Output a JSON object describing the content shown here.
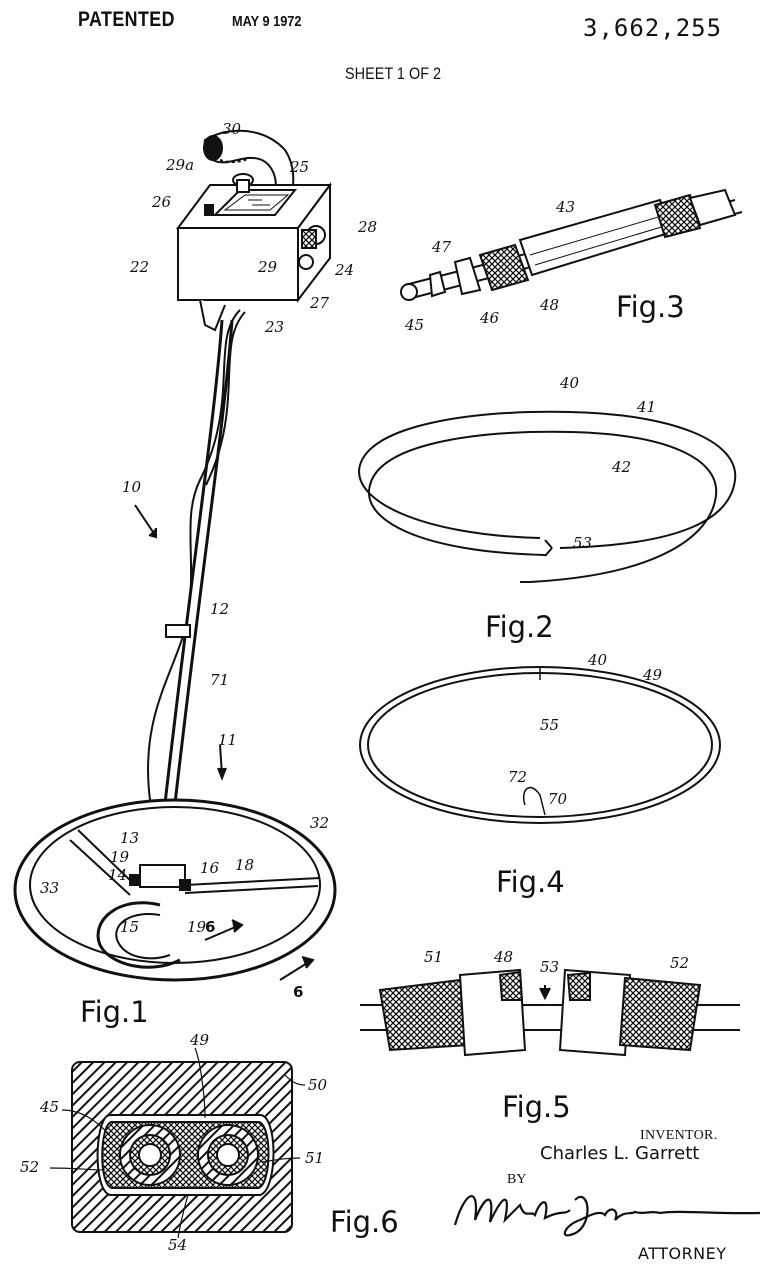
{
  "header": {
    "patented": "PATENTED",
    "date": "MAY 9 1972",
    "patent_number": "3,662,255",
    "sheet": "SHEET 1 OF 2"
  },
  "figures": {
    "fig1": "Fig.1",
    "fig2": "Fig.2",
    "fig3": "Fig.3",
    "fig4": "Fig.4",
    "fig5": "Fig.5",
    "fig6": "Fig.6"
  },
  "reference_numerals": {
    "n30": "30",
    "n29a": "29a",
    "n25": "25",
    "n26": "26",
    "n28": "28",
    "n22": "22",
    "n29": "29",
    "n24": "24",
    "n27": "27",
    "n23": "23",
    "n10": "10",
    "n12": "12",
    "n71": "71",
    "n11": "11",
    "n32": "32",
    "n13": "13",
    "n19": "19",
    "n16": "16",
    "n18": "18",
    "n14": "14",
    "n33": "33",
    "n15": "15",
    "n19b": "19",
    "n6a": "6",
    "n6b": "6",
    "n43": "43",
    "n47": "47",
    "n45": "45",
    "n46": "46",
    "n48": "48",
    "n40": "40",
    "n41": "41",
    "n42": "42",
    "n53": "53",
    "n40b": "40",
    "n49": "49",
    "n55": "55",
    "n72": "72",
    "n70": "70",
    "n51": "51",
    "n48b": "48",
    "n53b": "53",
    "n52": "52",
    "n49b": "49",
    "n50": "50",
    "n45b": "45",
    "n52b": "52",
    "n51b": "51",
    "n54": "54"
  },
  "signature_block": {
    "inventor_label": "INVENTOR.",
    "inventor_name": "Charles L. Garrett",
    "by": "BY",
    "attorney_label": "ATTORNEY"
  }
}
